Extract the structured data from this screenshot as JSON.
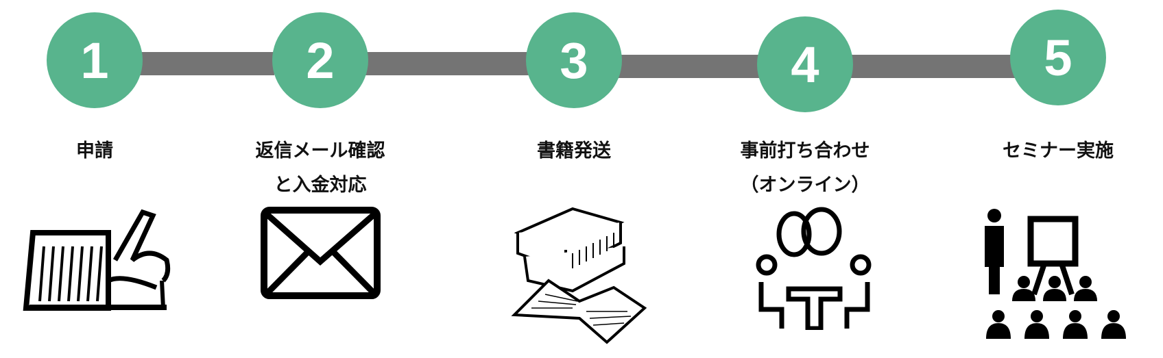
{
  "steps": [
    {
      "number": "1",
      "label": "申請",
      "label2": "",
      "icon": "writing-hand-icon"
    },
    {
      "number": "2",
      "label": "返信メール確認",
      "label2": "と入金対応",
      "icon": "envelope-icon"
    },
    {
      "number": "3",
      "label": "書籍発送",
      "label2": "",
      "icon": "books-icon"
    },
    {
      "number": "4",
      "label": "事前打ち合わせ",
      "label2": "（オンライン）",
      "icon": "meeting-icon"
    },
    {
      "number": "5",
      "label": "セミナー実施",
      "label2": "",
      "icon": "seminar-icon"
    }
  ],
  "colors": {
    "circle": "#58b48d",
    "connector": "#747474"
  }
}
